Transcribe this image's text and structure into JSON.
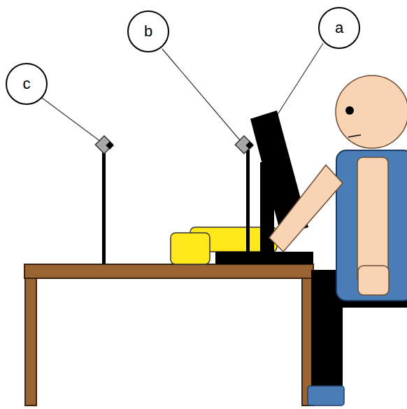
{
  "diagram": {
    "nodes": [
      {
        "text": [
          "b"
        ]
      },
      {
        "text": [
          "a"
        ]
      },
      {
        "text": [
          "c"
        ]
      }
    ]
  }
}
